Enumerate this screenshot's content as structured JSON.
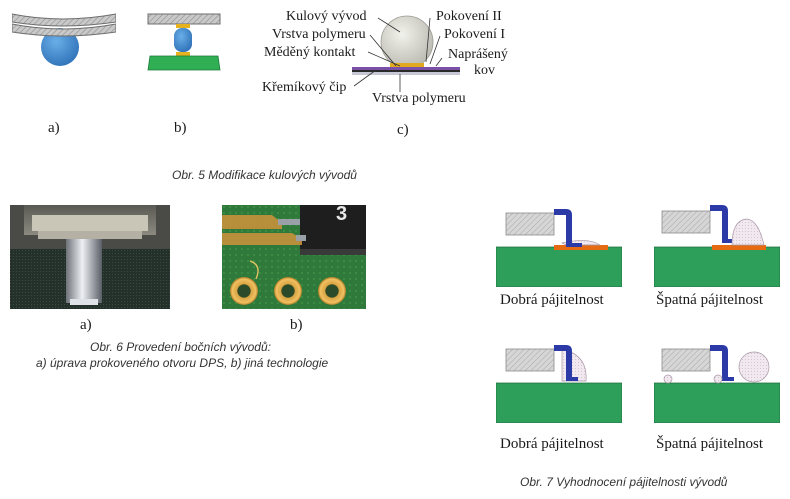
{
  "fig5": {
    "sub_a": "a)",
    "sub_b": "b)",
    "sub_c": "c)",
    "labels": {
      "kulovy_vyvod": "Kulový vývod",
      "vrstva_polymeru_top": "Vrstva polymeru",
      "medeny_kontakt": "Měděný kontakt",
      "kremikovy_cip": "Křemíkový čip",
      "pokoveni_ii": "Pokovení II",
      "pokoveni_i": "Pokovení I",
      "naprasenty": "Naprášený",
      "kov": "kov",
      "vrstva_polymeru_bottom": "Vrstva polymeru"
    },
    "caption": "Obr. 5  Modifikace kulových vývodů"
  },
  "fig6": {
    "sub_a": "a)",
    "sub_b": "b)",
    "photo_b_number": "3",
    "caption_line1": "Obr. 6  Provedení bočních vývodů:",
    "caption_line2": "a) úprava prokoveného otvoru DPS, b) jiná technologie"
  },
  "fig7": {
    "good1": "Dobrá pájitelnost",
    "bad1": "Špatná pájitelnost",
    "good2": "Dobrá pájitelnost",
    "bad2": "Špatná pájitelnost",
    "caption": "Obr. 7  Vyhodnocení pájitelnosti vývodů"
  },
  "colors": {
    "board_green": "#2e9e5b",
    "ball_blue": "#3f86cf",
    "lead_blue": "#2c3aa8",
    "pad_orange": "#e56a12",
    "solder_pink": "#efe7ee"
  }
}
